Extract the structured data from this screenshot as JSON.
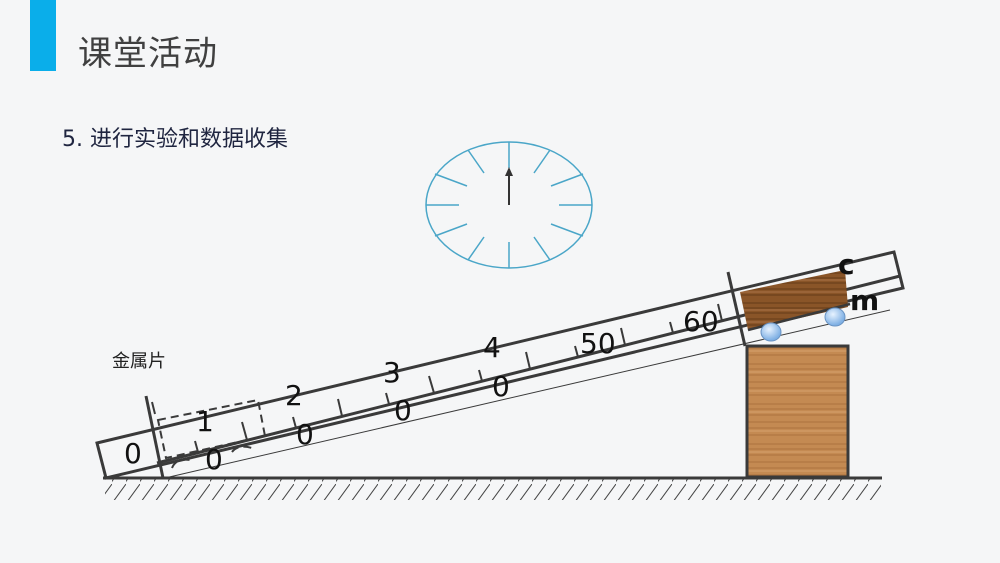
{
  "header": {
    "title": "课堂活动",
    "accent_color": "#0aaeea"
  },
  "section": {
    "heading": "5. 进行实验和数据收集"
  },
  "diagram": {
    "labels": {
      "metal_plate": "金属片",
      "point_c": "c",
      "point_m": "m"
    },
    "ruler_upper_numbers": [
      "0",
      "1",
      "2",
      "3",
      "4",
      "50",
      "60"
    ],
    "ruler_lower_numbers": [
      "0",
      "0",
      "0",
      "0"
    ],
    "clock": {
      "tick_count": 12,
      "hand_position": "12 o'clock",
      "color": "#4aa6c8"
    },
    "colors": {
      "line": "#3a3a3a",
      "wood": "#b97a44",
      "ball": "#9cc4ee"
    }
  }
}
